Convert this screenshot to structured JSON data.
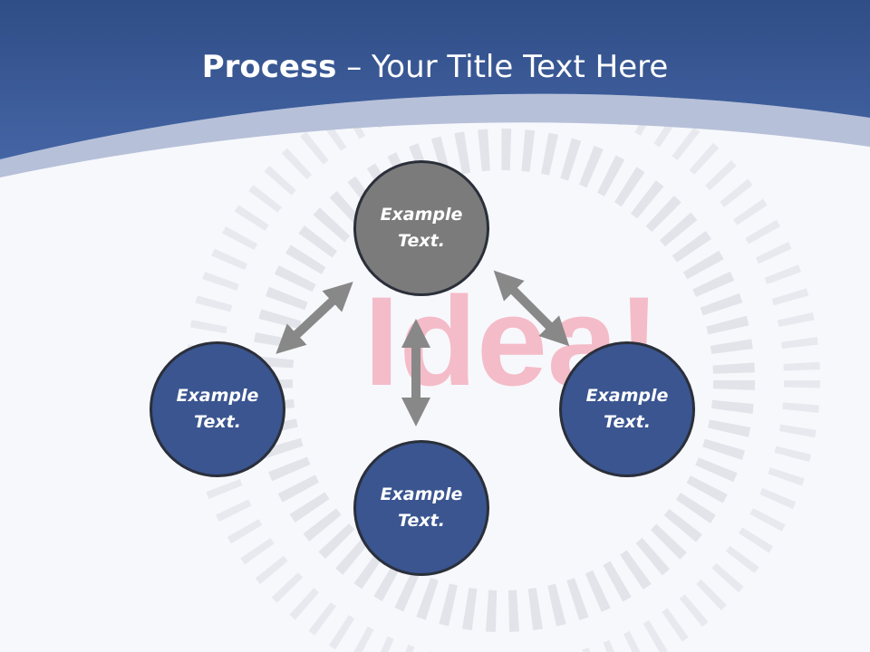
{
  "title": {
    "bold": "Process",
    "rest": " – Your Title Text Here"
  },
  "background": {
    "watermark_text": "Idea!"
  },
  "nodes": [
    {
      "id": "top",
      "line1": "Example",
      "line2": "Text.",
      "color": "#7b7b7b"
    },
    {
      "id": "left",
      "line1": "Example",
      "line2": "Text.",
      "color": "#3a5590"
    },
    {
      "id": "right",
      "line1": "Example",
      "line2": "Text.",
      "color": "#3a5590"
    },
    {
      "id": "bottom",
      "line1": "Example",
      "line2": "Text.",
      "color": "#3a5590"
    }
  ],
  "colors": {
    "header": "#3b5a98",
    "arc": "#b6c0d8",
    "arrow": "#888888",
    "background": "#f7f8fc",
    "watermark": "#f3a9b7"
  }
}
